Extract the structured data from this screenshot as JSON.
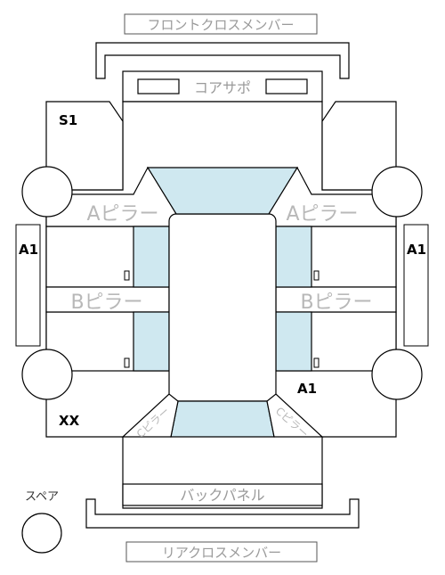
{
  "labels": {
    "front_cross_member": "フロントクロスメンバー",
    "core_support": "コアサポ",
    "a_pillar": "Aピラー",
    "b_pillar": "Bピラー",
    "c_pillar": "Cピラー",
    "back_panel": "バックパネル",
    "rear_cross_member": "リアクロスメンバー",
    "spare": "スペア"
  },
  "marks": {
    "front_left": "S1",
    "left_side": "A1",
    "right_side": "A1",
    "rear_right": "A1",
    "rear_left": "XX"
  },
  "colors": {
    "glass": "#cfe8f0",
    "label_text": "#9a9a9a",
    "pillar_text": "#b8b8b8"
  }
}
